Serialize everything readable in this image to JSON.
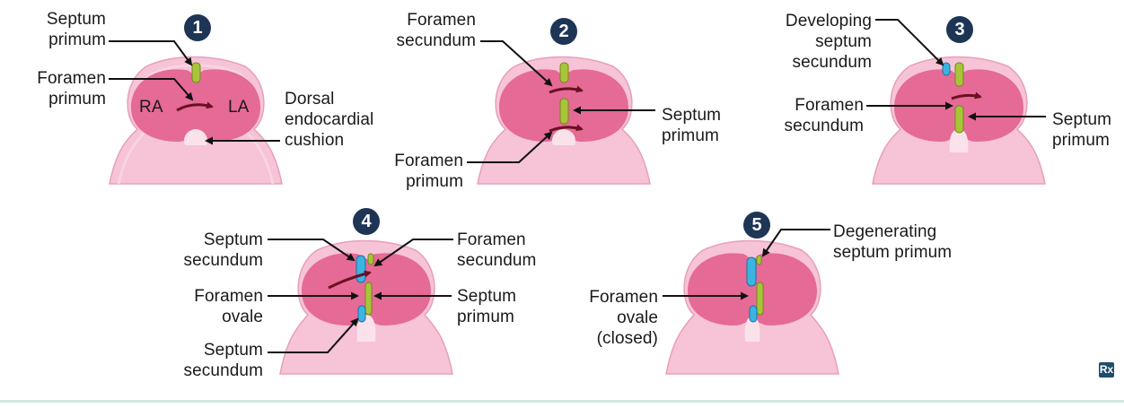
{
  "title": "",
  "colors": {
    "outer": "#f6c3d7",
    "outer_stroke": "#e79fbb",
    "wall": "#f8d4e2",
    "chamber": "#e56a95",
    "cushion": "#fbe2ea",
    "septum_primum": "#a8c43a",
    "septum_primum_stroke": "#6f8a12",
    "septum_secundum": "#3bb4e0",
    "septum_secundum_stroke": "#1f6fa3",
    "arrow": "#6b0f22",
    "badge": "#1e3555"
  },
  "steps": [
    {
      "number": "1",
      "labels": {
        "septum_primum": "Septum\nprimum",
        "foramen_primum": "Foramen\nprimum",
        "ra": "RA",
        "la": "LA",
        "cushion": "Dorsal\nendocardial\ncushion"
      }
    },
    {
      "number": "2",
      "labels": {
        "foramen_secundum": "Foramen\nsecundum",
        "septum_primum": "Septum\nprimum",
        "foramen_primum": "Foramen\nprimum"
      }
    },
    {
      "number": "3",
      "labels": {
        "developing_secundum": "Developing\nseptum\nsecundum",
        "foramen_secundum": "Foramen\nsecundum",
        "septum_primum": "Septum\nprimum"
      }
    },
    {
      "number": "4",
      "labels": {
        "septum_secundum_top": "Septum\nsecundum",
        "foramen_secundum": "Foramen\nsecundum",
        "foramen_ovale": "Foramen\novale",
        "septum_primum": "Septum\nprimum",
        "septum_secundum_bottom": "Septum\nsecundum"
      }
    },
    {
      "number": "5",
      "labels": {
        "degenerating_primum": "Degenerating\nseptum primum",
        "foramen_ovale_closed": "Foramen\novale\n(closed)"
      }
    }
  ],
  "corner_icon": "Rx"
}
